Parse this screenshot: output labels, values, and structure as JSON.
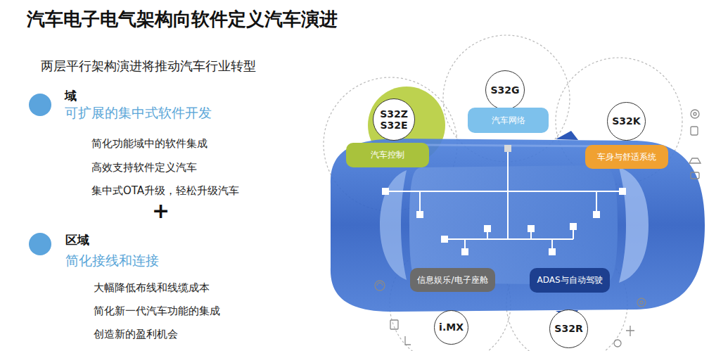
{
  "diagram": {
    "title": "汽车电子电气架构向软件定义汽车演进",
    "nodes": [
      {
        "text": [
          "S32Z S32E"
        ]
      },
      {
        "text": [
          "汽车控制"
        ]
      },
      {
        "text": [
          "S32G"
        ]
      },
      {
        "text": [
          "汽车网络"
        ]
      },
      {
        "text": [
          "S32K"
        ]
      },
      {
        "text": [
          "车身与舒适系统"
        ]
      },
      {
        "text": [
          "信息娱乐/电子座舱"
        ]
      },
      {
        "text": [
          "i.MX"
        ]
      },
      {
        "text": [
          "ADAS与自动驾驶"
        ]
      },
      {
        "text": [
          "S32R"
        ]
      }
    ],
    "labels": [
      "两层平行架构演进将推动汽车行业转型",
      "域",
      "可扩展的集中式软件开发",
      "简化功能域中的软件集成",
      "高效支持软件定义汽车",
      "集中式OTA升级，轻松升级汽车",
      "+",
      "区域",
      "简化接线和连接",
      "大幅降低布线和线缆成本",
      "简化新一代汽车功能的集成",
      "创造新的盈利机会"
    ]
  }
}
